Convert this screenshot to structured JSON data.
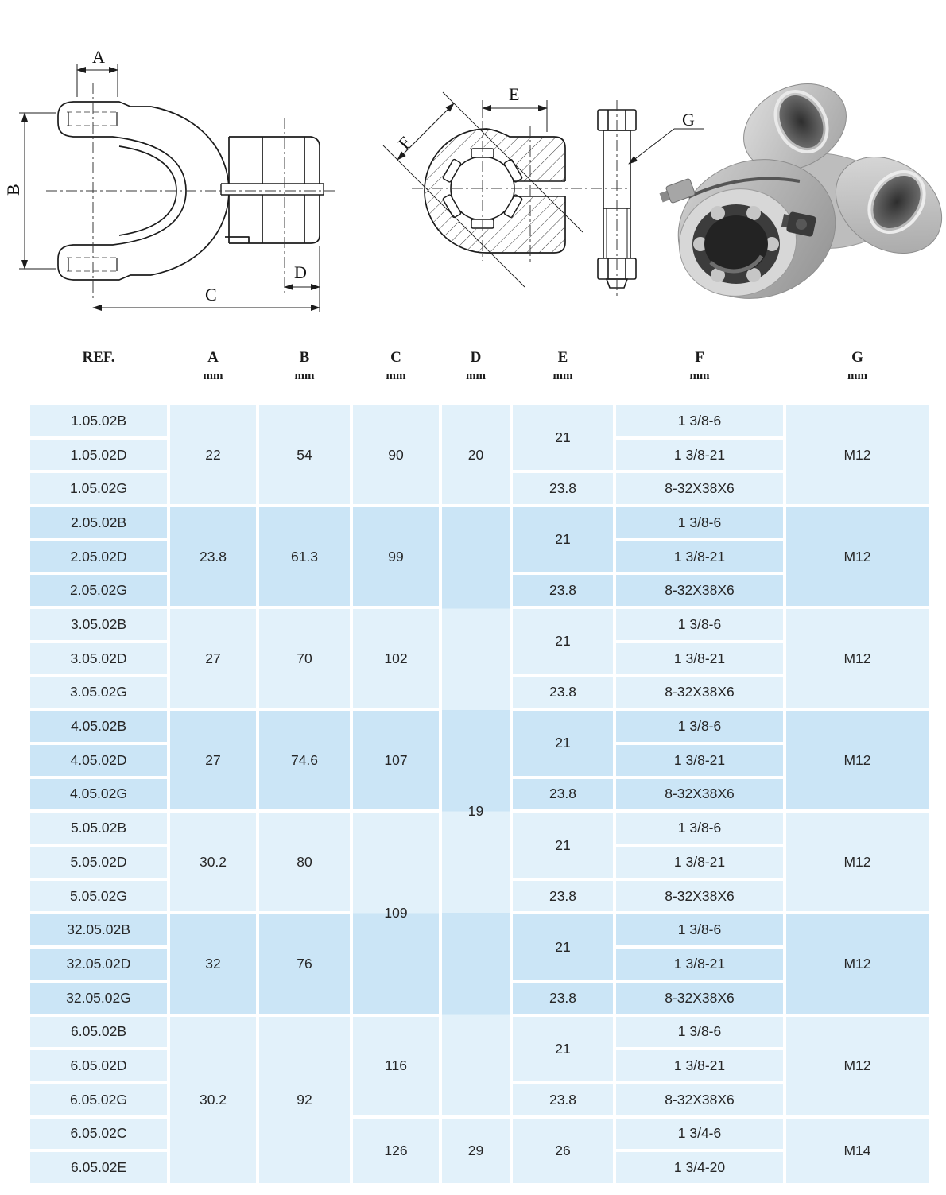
{
  "colors": {
    "group_light": "#e2f1fa",
    "group_dark": "#cbe5f6",
    "grid_line": "#ffffff",
    "text": "#262626",
    "line_art": "#1c1c1c"
  },
  "diagram": {
    "dim_labels": {
      "A": "A",
      "B": "B",
      "C": "C",
      "D": "D",
      "E": "E",
      "F": "F",
      "G": "G"
    }
  },
  "table": {
    "header": {
      "ref_label": "REF.",
      "columns": [
        {
          "letter": "A",
          "unit": "mm"
        },
        {
          "letter": "B",
          "unit": "mm"
        },
        {
          "letter": "C",
          "unit": "mm"
        },
        {
          "letter": "D",
          "unit": "mm"
        },
        {
          "letter": "E",
          "unit": "mm"
        },
        {
          "letter": "F",
          "unit": "mm"
        },
        {
          "letter": "G",
          "unit": "mm"
        }
      ]
    },
    "cells": [
      {
        "c": 1,
        "r": 1,
        "s": 1,
        "b": "L",
        "t": "1.05.02B"
      },
      {
        "c": 1,
        "r": 2,
        "s": 1,
        "b": "L",
        "t": "1.05.02D"
      },
      {
        "c": 1,
        "r": 3,
        "s": 1,
        "b": "L",
        "t": "1.05.02G"
      },
      {
        "c": 1,
        "r": 4,
        "s": 1,
        "b": "D",
        "t": "2.05.02B"
      },
      {
        "c": 1,
        "r": 5,
        "s": 1,
        "b": "D",
        "t": "2.05.02D"
      },
      {
        "c": 1,
        "r": 6,
        "s": 1,
        "b": "D",
        "t": "2.05.02G"
      },
      {
        "c": 1,
        "r": 7,
        "s": 1,
        "b": "L",
        "t": "3.05.02B"
      },
      {
        "c": 1,
        "r": 8,
        "s": 1,
        "b": "L",
        "t": "3.05.02D"
      },
      {
        "c": 1,
        "r": 9,
        "s": 1,
        "b": "L",
        "t": "3.05.02G"
      },
      {
        "c": 1,
        "r": 10,
        "s": 1,
        "b": "D",
        "t": "4.05.02B"
      },
      {
        "c": 1,
        "r": 11,
        "s": 1,
        "b": "D",
        "t": "4.05.02D"
      },
      {
        "c": 1,
        "r": 12,
        "s": 1,
        "b": "D",
        "t": "4.05.02G"
      },
      {
        "c": 1,
        "r": 13,
        "s": 1,
        "b": "L",
        "t": "5.05.02B"
      },
      {
        "c": 1,
        "r": 14,
        "s": 1,
        "b": "L",
        "t": "5.05.02D"
      },
      {
        "c": 1,
        "r": 15,
        "s": 1,
        "b": "L",
        "t": "5.05.02G"
      },
      {
        "c": 1,
        "r": 16,
        "s": 1,
        "b": "D",
        "t": "32.05.02B"
      },
      {
        "c": 1,
        "r": 17,
        "s": 1,
        "b": "D",
        "t": "32.05.02D"
      },
      {
        "c": 1,
        "r": 18,
        "s": 1,
        "b": "D",
        "t": "32.05.02G"
      },
      {
        "c": 1,
        "r": 19,
        "s": 1,
        "b": "L",
        "t": "6.05.02B"
      },
      {
        "c": 1,
        "r": 20,
        "s": 1,
        "b": "L",
        "t": "6.05.02D"
      },
      {
        "c": 1,
        "r": 21,
        "s": 1,
        "b": "L",
        "t": "6.05.02G"
      },
      {
        "c": 1,
        "r": 22,
        "s": 1,
        "b": "L",
        "t": "6.05.02C"
      },
      {
        "c": 1,
        "r": 23,
        "s": 1,
        "b": "L",
        "t": "6.05.02E"
      },
      {
        "c": 2,
        "r": 1,
        "s": 3,
        "b": "L",
        "t": "22"
      },
      {
        "c": 2,
        "r": 4,
        "s": 3,
        "b": "D",
        "t": "23.8"
      },
      {
        "c": 2,
        "r": 7,
        "s": 3,
        "b": "L",
        "t": "27"
      },
      {
        "c": 2,
        "r": 10,
        "s": 3,
        "b": "D",
        "t": "27"
      },
      {
        "c": 2,
        "r": 13,
        "s": 3,
        "b": "L",
        "t": "30.2"
      },
      {
        "c": 2,
        "r": 16,
        "s": 3,
        "b": "D",
        "t": "32"
      },
      {
        "c": 2,
        "r": 19,
        "s": 5,
        "b": "L",
        "t": "30.2"
      },
      {
        "c": 3,
        "r": 1,
        "s": 3,
        "b": "L",
        "t": "54"
      },
      {
        "c": 3,
        "r": 4,
        "s": 3,
        "b": "D",
        "t": "61.3"
      },
      {
        "c": 3,
        "r": 7,
        "s": 3,
        "b": "L",
        "t": "70"
      },
      {
        "c": 3,
        "r": 10,
        "s": 3,
        "b": "D",
        "t": "74.6"
      },
      {
        "c": 3,
        "r": 13,
        "s": 3,
        "b": "L",
        "t": "80"
      },
      {
        "c": 3,
        "r": 16,
        "s": 3,
        "b": "D",
        "t": "76"
      },
      {
        "c": 3,
        "r": 19,
        "s": 5,
        "b": "L",
        "t": "92"
      },
      {
        "c": 4,
        "r": 1,
        "s": 3,
        "b": "L",
        "t": "90"
      },
      {
        "c": 4,
        "r": 4,
        "s": 3,
        "b": "D",
        "t": "99"
      },
      {
        "c": 4,
        "r": 7,
        "s": 3,
        "b": "L",
        "t": "102"
      },
      {
        "c": 4,
        "r": 10,
        "s": 3,
        "b": "D",
        "t": "107"
      },
      {
        "c": 4,
        "r": 13,
        "s": 6,
        "b": "LD",
        "t": "109"
      },
      {
        "c": 4,
        "r": 19,
        "s": 3,
        "b": "L",
        "t": "116"
      },
      {
        "c": 4,
        "r": 22,
        "s": 2,
        "b": "L",
        "t": "126"
      },
      {
        "c": 5,
        "r": 1,
        "s": 3,
        "b": "L",
        "t": "20"
      },
      {
        "c": 5,
        "r": 4,
        "s": 18,
        "b": "S6",
        "t": "19"
      },
      {
        "c": 5,
        "r": 22,
        "s": 2,
        "b": "L",
        "t": "29"
      },
      {
        "c": 6,
        "r": 1,
        "s": 2,
        "b": "L",
        "t": "21"
      },
      {
        "c": 6,
        "r": 3,
        "s": 1,
        "b": "L",
        "t": "23.8"
      },
      {
        "c": 6,
        "r": 4,
        "s": 2,
        "b": "D",
        "t": "21"
      },
      {
        "c": 6,
        "r": 6,
        "s": 1,
        "b": "D",
        "t": "23.8"
      },
      {
        "c": 6,
        "r": 7,
        "s": 2,
        "b": "L",
        "t": "21"
      },
      {
        "c": 6,
        "r": 9,
        "s": 1,
        "b": "L",
        "t": "23.8"
      },
      {
        "c": 6,
        "r": 10,
        "s": 2,
        "b": "D",
        "t": "21"
      },
      {
        "c": 6,
        "r": 12,
        "s": 1,
        "b": "D",
        "t": "23.8"
      },
      {
        "c": 6,
        "r": 13,
        "s": 2,
        "b": "L",
        "t": "21"
      },
      {
        "c": 6,
        "r": 15,
        "s": 1,
        "b": "L",
        "t": "23.8"
      },
      {
        "c": 6,
        "r": 16,
        "s": 2,
        "b": "D",
        "t": "21"
      },
      {
        "c": 6,
        "r": 18,
        "s": 1,
        "b": "D",
        "t": "23.8"
      },
      {
        "c": 6,
        "r": 19,
        "s": 2,
        "b": "L",
        "t": "21"
      },
      {
        "c": 6,
        "r": 21,
        "s": 1,
        "b": "L",
        "t": "23.8"
      },
      {
        "c": 6,
        "r": 22,
        "s": 2,
        "b": "L",
        "t": "26"
      },
      {
        "c": 7,
        "r": 1,
        "s": 1,
        "b": "L",
        "t": "1 3/8-6"
      },
      {
        "c": 7,
        "r": 2,
        "s": 1,
        "b": "L",
        "t": "1 3/8-21"
      },
      {
        "c": 7,
        "r": 3,
        "s": 1,
        "b": "L",
        "t": "8-32X38X6"
      },
      {
        "c": 7,
        "r": 4,
        "s": 1,
        "b": "D",
        "t": "1 3/8-6"
      },
      {
        "c": 7,
        "r": 5,
        "s": 1,
        "b": "D",
        "t": "1 3/8-21"
      },
      {
        "c": 7,
        "r": 6,
        "s": 1,
        "b": "D",
        "t": "8-32X38X6"
      },
      {
        "c": 7,
        "r": 7,
        "s": 1,
        "b": "L",
        "t": "1 3/8-6"
      },
      {
        "c": 7,
        "r": 8,
        "s": 1,
        "b": "L",
        "t": "1 3/8-21"
      },
      {
        "c": 7,
        "r": 9,
        "s": 1,
        "b": "L",
        "t": "8-32X38X6"
      },
      {
        "c": 7,
        "r": 10,
        "s": 1,
        "b": "D",
        "t": "1 3/8-6"
      },
      {
        "c": 7,
        "r": 11,
        "s": 1,
        "b": "D",
        "t": "1 3/8-21"
      },
      {
        "c": 7,
        "r": 12,
        "s": 1,
        "b": "D",
        "t": "8-32X38X6"
      },
      {
        "c": 7,
        "r": 13,
        "s": 1,
        "b": "L",
        "t": "1 3/8-6"
      },
      {
        "c": 7,
        "r": 14,
        "s": 1,
        "b": "L",
        "t": "1 3/8-21"
      },
      {
        "c": 7,
        "r": 15,
        "s": 1,
        "b": "L",
        "t": "8-32X38X6"
      },
      {
        "c": 7,
        "r": 16,
        "s": 1,
        "b": "D",
        "t": "1 3/8-6"
      },
      {
        "c": 7,
        "r": 17,
        "s": 1,
        "b": "D",
        "t": "1 3/8-21"
      },
      {
        "c": 7,
        "r": 18,
        "s": 1,
        "b": "D",
        "t": "8-32X38X6"
      },
      {
        "c": 7,
        "r": 19,
        "s": 1,
        "b": "L",
        "t": "1 3/8-6"
      },
      {
        "c": 7,
        "r": 20,
        "s": 1,
        "b": "L",
        "t": "1 3/8-21"
      },
      {
        "c": 7,
        "r": 21,
        "s": 1,
        "b": "L",
        "t": "8-32X38X6"
      },
      {
        "c": 7,
        "r": 22,
        "s": 1,
        "b": "L",
        "t": "1 3/4-6"
      },
      {
        "c": 7,
        "r": 23,
        "s": 1,
        "b": "L",
        "t": "1 3/4-20"
      },
      {
        "c": 8,
        "r": 1,
        "s": 3,
        "b": "L",
        "t": "M12"
      },
      {
        "c": 8,
        "r": 4,
        "s": 3,
        "b": "D",
        "t": "M12"
      },
      {
        "c": 8,
        "r": 7,
        "s": 3,
        "b": "L",
        "t": "M12"
      },
      {
        "c": 8,
        "r": 10,
        "s": 3,
        "b": "D",
        "t": "M12"
      },
      {
        "c": 8,
        "r": 13,
        "s": 3,
        "b": "L",
        "t": "M12"
      },
      {
        "c": 8,
        "r": 16,
        "s": 3,
        "b": "D",
        "t": "M12"
      },
      {
        "c": 8,
        "r": 19,
        "s": 3,
        "b": "L",
        "t": "M12"
      },
      {
        "c": 8,
        "r": 22,
        "s": 2,
        "b": "L",
        "t": "M14"
      }
    ]
  }
}
